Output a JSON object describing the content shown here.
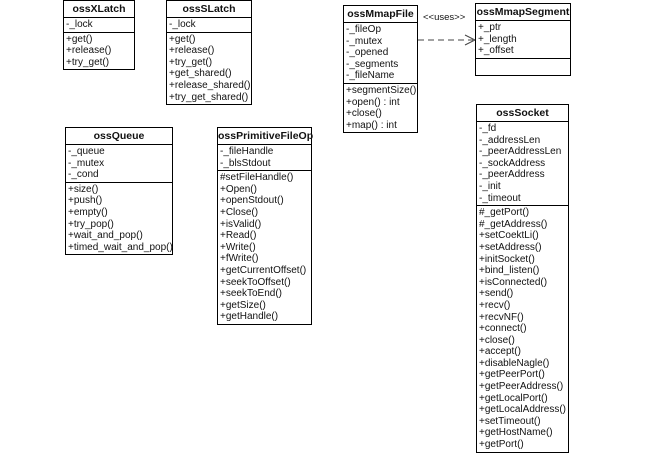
{
  "classes": {
    "ossXLatch": {
      "name": "ossXLatch",
      "attributes": [
        "-_lock"
      ],
      "methods": [
        "+get()",
        "+release()",
        "+try_get()"
      ]
    },
    "ossSLatch": {
      "name": "ossSLatch",
      "attributes": [
        "-_lock"
      ],
      "methods": [
        "+get()",
        "+release()",
        "+try_get()",
        "+get_shared()",
        "+release_shared()",
        "+try_get_shared()"
      ]
    },
    "ossMmapFile": {
      "name": "ossMmapFile",
      "attributes": [
        "-_fileOp",
        "-_mutex",
        "-_opened",
        "-_segments",
        "-_fileName"
      ],
      "methods": [
        "+segmentSize()",
        "+open() : int",
        "+close()",
        "+map() : int"
      ]
    },
    "ossMmapSegment": {
      "name": "ossMmapSegment",
      "attributes": [
        "+_ptr",
        "+_length",
        "+_offset"
      ],
      "methods": []
    },
    "ossQueue": {
      "name": "ossQueue",
      "attributes": [
        "-_queue",
        "-_mutex",
        "-_cond"
      ],
      "methods": [
        "+size()",
        "+push()",
        "+empty()",
        "+try_pop()",
        "+wait_and_pop()",
        "+timed_wait_and_pop()"
      ]
    },
    "ossPrimitiveFileOp": {
      "name": "ossPrimitiveFileOp",
      "attributes": [
        "-_fileHandle",
        "-_blsStdout"
      ],
      "methods": [
        "#setFileHandle()",
        "+Open()",
        "+openStdout()",
        "+Close()",
        "+isValid()",
        "+Read()",
        "+Write()",
        "+fWrite()",
        "+getCurrentOffset()",
        "+seekToOffset()",
        "+seekToEnd()",
        "+getSize()",
        "+getHandle()"
      ]
    },
    "ossSocket": {
      "name": "ossSocket",
      "attributes": [
        "-_fd",
        "-_addressLen",
        "-_peerAddressLen",
        "-_sockAddress",
        "-_peerAddress",
        "-_init",
        "-_timeout"
      ],
      "methods": [
        "#_getPort()",
        "#_getAddress()",
        "+setCoektLi()",
        "+setAddress()",
        "+initSocket()",
        "+bind_listen()",
        "+isConnected()",
        "+send()",
        "+recv()",
        "+recvNF()",
        "+connect()",
        "+close()",
        "+accept()",
        "+disableNagle()",
        "+getPeerPort()",
        "+getPeerAddress()",
        "+getLocalPort()",
        "+getLocalAddress()",
        "+setTimeout()",
        "+getHostName()",
        "+getPort()"
      ]
    }
  },
  "relations": [
    {
      "from": "ossMmapFile",
      "to": "ossMmapSegment",
      "label": "<<uses>>",
      "style": "dashed-arrow"
    }
  ]
}
